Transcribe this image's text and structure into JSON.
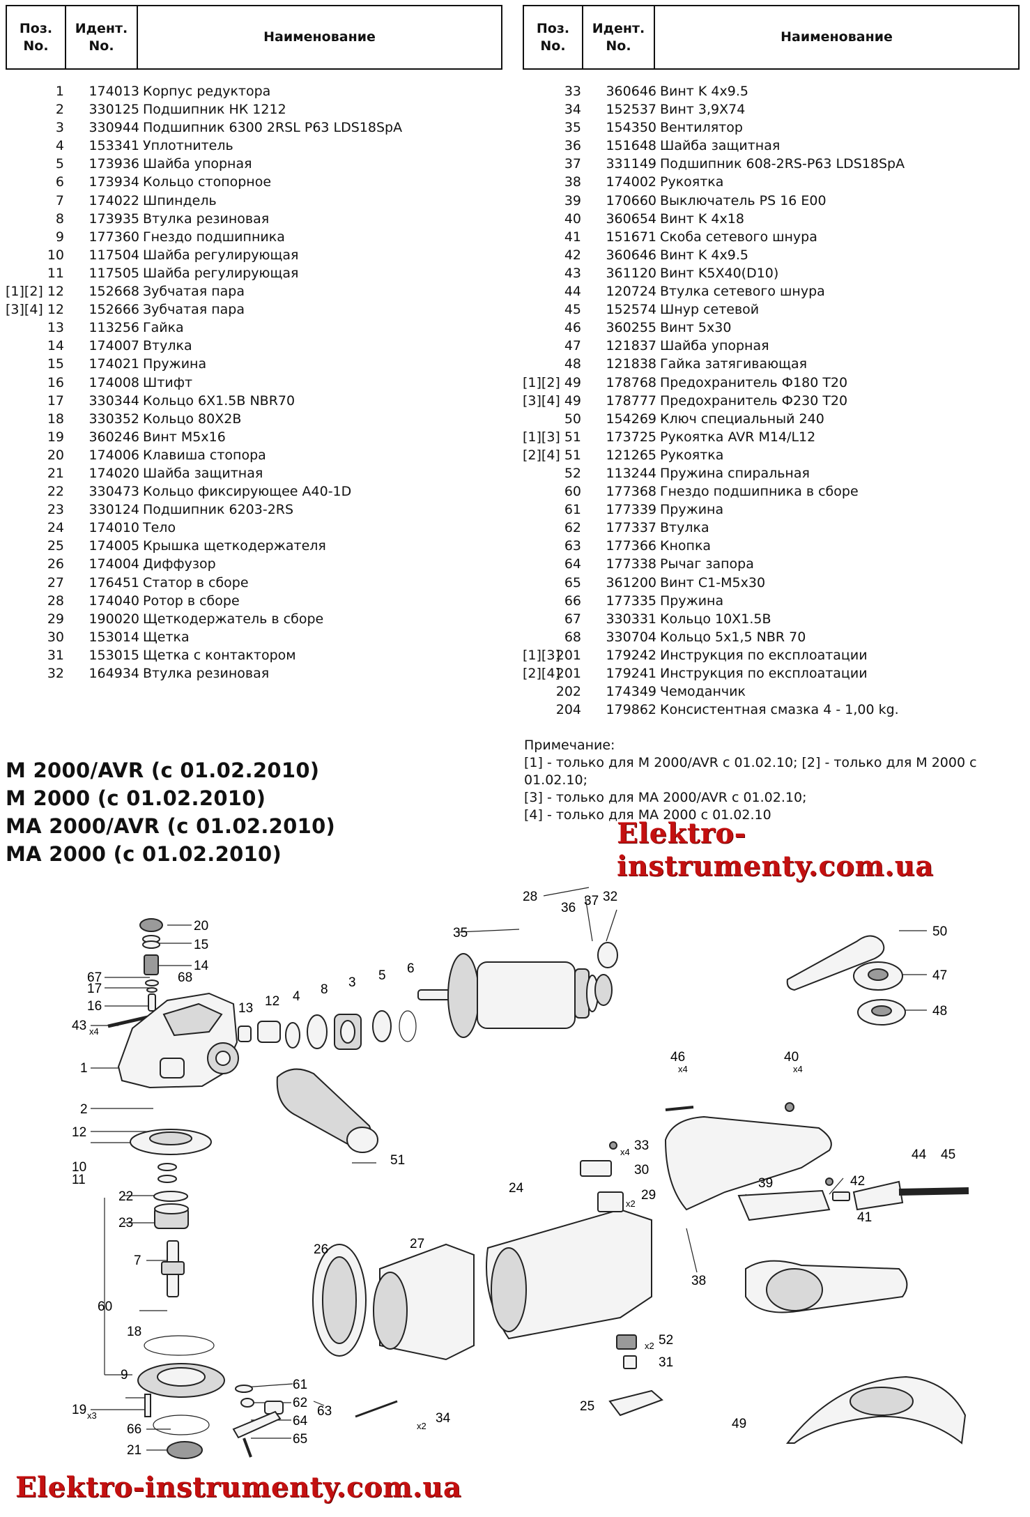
{
  "header": {
    "pos_label": "Поз.\nNo.",
    "ident_label": "Идент.\nNo.",
    "name_label": "Наименование"
  },
  "parts_left": [
    {
      "tag": "",
      "pos": "1",
      "ident": "174013",
      "name": "Корпус редуктора"
    },
    {
      "tag": "",
      "pos": "2",
      "ident": "330125",
      "name": "Подшипник НК 1212"
    },
    {
      "tag": "",
      "pos": "3",
      "ident": "330944",
      "name": "Подшипник 6300 2RSL P63 LDS18SpA"
    },
    {
      "tag": "",
      "pos": "4",
      "ident": "153341",
      "name": "Уплотнитель"
    },
    {
      "tag": "",
      "pos": "5",
      "ident": "173936",
      "name": "Шайба упорная"
    },
    {
      "tag": "",
      "pos": "6",
      "ident": "173934",
      "name": "Кольцо стопорное"
    },
    {
      "tag": "",
      "pos": "7",
      "ident": "174022",
      "name": "Шпиндель"
    },
    {
      "tag": "",
      "pos": "8",
      "ident": "173935",
      "name": "Втулка резиновая"
    },
    {
      "tag": "",
      "pos": "9",
      "ident": "177360",
      "name": "Гнездо подшипника"
    },
    {
      "tag": "",
      "pos": "10",
      "ident": "117504",
      "name": "Шайба регулирующая"
    },
    {
      "tag": "",
      "pos": "11",
      "ident": "117505",
      "name": "Шайба регулирующая"
    },
    {
      "tag": "[1][2]",
      "pos": "12",
      "ident": "152668",
      "name": "Зубчатая пара"
    },
    {
      "tag": "[3][4]",
      "pos": "12",
      "ident": "152666",
      "name": "Зубчатая пара"
    },
    {
      "tag": "",
      "pos": "13",
      "ident": "113256",
      "name": "Гайка"
    },
    {
      "tag": "",
      "pos": "14",
      "ident": "174007",
      "name": "Втулка"
    },
    {
      "tag": "",
      "pos": "15",
      "ident": "174021",
      "name": "Пружина"
    },
    {
      "tag": "",
      "pos": "16",
      "ident": "174008",
      "name": "Штифт"
    },
    {
      "tag": "",
      "pos": "17",
      "ident": "330344",
      "name": "Кольцо 6X1.5B NBR70"
    },
    {
      "tag": "",
      "pos": "18",
      "ident": "330352",
      "name": "Кольцо 80X2B"
    },
    {
      "tag": "",
      "pos": "19",
      "ident": "360246",
      "name": "Винт M5x16"
    },
    {
      "tag": "",
      "pos": "20",
      "ident": "174006",
      "name": "Клавиша стопора"
    },
    {
      "tag": "",
      "pos": "21",
      "ident": "174020",
      "name": "Шайба защитная"
    },
    {
      "tag": "",
      "pos": "22",
      "ident": "330473",
      "name": "Кольцо фиксирующее А40-1D"
    },
    {
      "tag": "",
      "pos": "23",
      "ident": "330124",
      "name": "Подшипник 6203-2RS"
    },
    {
      "tag": "",
      "pos": "24",
      "ident": "174010",
      "name": "Тело"
    },
    {
      "tag": "",
      "pos": "25",
      "ident": "174005",
      "name": "Крышка щеткодержателя"
    },
    {
      "tag": "",
      "pos": "26",
      "ident": "174004",
      "name": "Диффузор"
    },
    {
      "tag": "",
      "pos": "27",
      "ident": "176451",
      "name": "Статор в сборе"
    },
    {
      "tag": "",
      "pos": "28",
      "ident": "174040",
      "name": "Ротор в сборе"
    },
    {
      "tag": "",
      "pos": "29",
      "ident": "190020",
      "name": "Щеткодержатель в сборе"
    },
    {
      "tag": "",
      "pos": "30",
      "ident": "153014",
      "name": "Щетка"
    },
    {
      "tag": "",
      "pos": "31",
      "ident": "153015",
      "name": "Щетка с контактором"
    },
    {
      "tag": "",
      "pos": "32",
      "ident": "164934",
      "name": "Втулка резиновая"
    }
  ],
  "parts_right": [
    {
      "tag": "",
      "pos": "33",
      "ident": "360646",
      "name": "Винт K 4x9.5"
    },
    {
      "tag": "",
      "pos": "34",
      "ident": "152537",
      "name": "Винт 3,9X74"
    },
    {
      "tag": "",
      "pos": "35",
      "ident": "154350",
      "name": "Вентилятор"
    },
    {
      "tag": "",
      "pos": "36",
      "ident": "151648",
      "name": "Шайба защитная"
    },
    {
      "tag": "",
      "pos": "37",
      "ident": "331149",
      "name": "Подшипник 608-2RS-P63 LDS18SpA"
    },
    {
      "tag": "",
      "pos": "38",
      "ident": "174002",
      "name": "Рукоятка"
    },
    {
      "tag": "",
      "pos": "39",
      "ident": "170660",
      "name": "Выключатель PS 16 E00"
    },
    {
      "tag": "",
      "pos": "40",
      "ident": "360654",
      "name": "Винт K 4x18"
    },
    {
      "tag": "",
      "pos": "41",
      "ident": "151671",
      "name": "Скоба сетевого шнура"
    },
    {
      "tag": "",
      "pos": "42",
      "ident": "360646",
      "name": "Винт K 4x9.5"
    },
    {
      "tag": "",
      "pos": "43",
      "ident": "361120",
      "name": "Винт K5X40(D10)"
    },
    {
      "tag": "",
      "pos": "44",
      "ident": "120724",
      "name": "Втулка сетевого шнура"
    },
    {
      "tag": "",
      "pos": "45",
      "ident": "152574",
      "name": "Шнур сетевой"
    },
    {
      "tag": "",
      "pos": "46",
      "ident": "360255",
      "name": "Винт 5x30"
    },
    {
      "tag": "",
      "pos": "47",
      "ident": "121837",
      "name": "Шайба упорная"
    },
    {
      "tag": "",
      "pos": "48",
      "ident": "121838",
      "name": "Гайка затягивающая"
    },
    {
      "tag": "[1][2]",
      "pos": "49",
      "ident": "178768",
      "name": "Предохранитель Ф180 T20"
    },
    {
      "tag": "[3][4]",
      "pos": "49",
      "ident": "178777",
      "name": "Предохранитель Ф230 T20"
    },
    {
      "tag": "",
      "pos": "50",
      "ident": "154269",
      "name": "Ключ специальный 240"
    },
    {
      "tag": "[1][3]",
      "pos": "51",
      "ident": "173725",
      "name": "Рукоятка AVR M14/L12"
    },
    {
      "tag": "[2][4]",
      "pos": "51",
      "ident": "121265",
      "name": "Рукоятка"
    },
    {
      "tag": "",
      "pos": "52",
      "ident": "113244",
      "name": "Пружина спиральная"
    },
    {
      "tag": "",
      "pos": "60",
      "ident": "177368",
      "name": "Гнездо подшипника в сборе"
    },
    {
      "tag": "",
      "pos": "61",
      "ident": "177339",
      "name": "Пружина"
    },
    {
      "tag": "",
      "pos": "62",
      "ident": "177337",
      "name": "Втулка"
    },
    {
      "tag": "",
      "pos": "63",
      "ident": "177366",
      "name": "Кнопка"
    },
    {
      "tag": "",
      "pos": "64",
      "ident": "177338",
      "name": "Рычаг запора"
    },
    {
      "tag": "",
      "pos": "65",
      "ident": "361200",
      "name": "Винт C1-M5x30"
    },
    {
      "tag": "",
      "pos": "66",
      "ident": "177335",
      "name": "Пружина"
    },
    {
      "tag": "",
      "pos": "67",
      "ident": "330331",
      "name": "Кольцо 10X1.5B"
    },
    {
      "tag": "",
      "pos": "68",
      "ident": "330704",
      "name": "Кольцо 5x1,5 NBR 70"
    },
    {
      "tag": "[1][3]",
      "pos": "201",
      "ident": "179242",
      "name": "Инструкция по експлоатации"
    },
    {
      "tag": "[2][4]",
      "pos": "201",
      "ident": "179241",
      "name": "Инструкция по експлоатации"
    },
    {
      "tag": "",
      "pos": "202",
      "ident": "174349",
      "name": "Чемоданчик"
    },
    {
      "tag": "",
      "pos": "204",
      "ident": "179862",
      "name": "Консистентная смазка 4  - 1,00 kg."
    }
  ],
  "models": [
    "M 2000/AVR (с 01.02.2010)",
    "M 2000 (с 01.02.2010)",
    "MA 2000/AVR (с 01.02.2010)",
    "MA 2000 (с 01.02.2010)"
  ],
  "note": {
    "title": "Примечание:",
    "lines": [
      "[1] - только для M 2000/AVR с 01.02.10; [2] - только для M 2000 с 01.02.10;",
      "[3] - только для MA 2000/AVR с 01.02.10;",
      "[4] - только для MA 2000 с 01.02.10"
    ]
  },
  "watermark": "Elektro-instrumenty.com.ua",
  "diagram_labels": {
    "l1": "1",
    "l2": "2",
    "l3": "3",
    "l4": "4",
    "l5": "5",
    "l6": "6",
    "l7": "7",
    "l8": "8",
    "l9": "9",
    "l10": "10",
    "l11": "11",
    "l12a": "12",
    "l12b": "12",
    "l13": "13",
    "l14": "14",
    "l15": "15",
    "l16": "16",
    "l17": "17",
    "l18": "18",
    "l19": "19",
    "l20": "20",
    "l21": "21",
    "l22": "22",
    "l23": "23",
    "l24": "24",
    "l25": "25",
    "l26": "26",
    "l27": "27",
    "l28": "28",
    "l29": "29",
    "l30": "30",
    "l31": "31",
    "l32": "32",
    "l33": "33",
    "l34": "34",
    "l35": "35",
    "l36": "36",
    "l37": "37",
    "l38": "38",
    "l39": "39",
    "l40": "40",
    "l41": "41",
    "l42": "42",
    "l43": "43",
    "l44": "44",
    "l45": "45",
    "l46": "46",
    "l47": "47",
    "l48": "48",
    "l49": "49",
    "l50": "50",
    "l51": "51",
    "l52": "52",
    "l60": "60",
    "l61": "61",
    "l62": "62",
    "l63": "63",
    "l64": "64",
    "l65": "65",
    "l66": "66",
    "l67": "67",
    "l68": "68",
    "x4a": "x4",
    "x4b": "x4",
    "x4c": "x4",
    "x4d": "x4",
    "x2a": "x2",
    "x2b": "x2",
    "x2c": "x2",
    "x3": "x3"
  }
}
